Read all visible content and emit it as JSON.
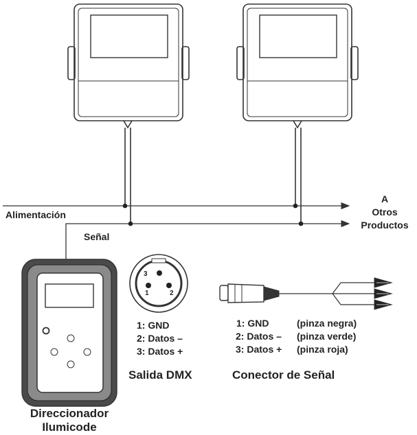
{
  "bus": {
    "power_label": "Alimentación",
    "signal_label": "Señal",
    "dest_line1": "A",
    "dest_line2": "Otros",
    "dest_line3": "Productos"
  },
  "dmx_output": {
    "pin_numbers": [
      "1",
      "2",
      "3"
    ],
    "pins": [
      "1: GND",
      "2: Datos –",
      "3: Datos +"
    ],
    "title": "Salida DMX"
  },
  "signal_connector": {
    "pins": [
      "1: GND",
      "2: Datos –",
      "3: Datos +"
    ],
    "clips": [
      "(pinza negra)",
      "(pinza verde)",
      "(pinza roja)"
    ],
    "title": "Conector de Señal"
  },
  "device": {
    "title_line1": "Direccionador",
    "title_line2": "Ilumicode"
  },
  "colors": {
    "stroke": "#333333",
    "fill_dark": "#4a4a4a",
    "background": "#ffffff"
  }
}
